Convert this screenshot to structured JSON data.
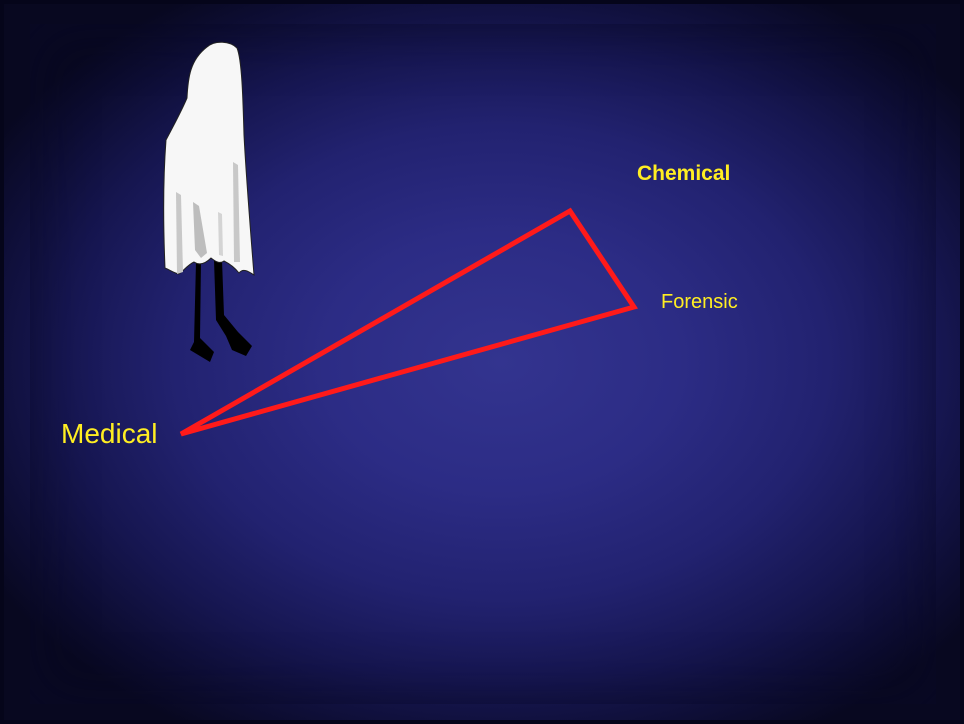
{
  "labels": {
    "medical": "Medical",
    "chemical": "Chemical",
    "forensic": "Forensic"
  },
  "colors": {
    "label_text": "#ffee22",
    "triangle_stroke": "#ff1a1a",
    "ghost_sheet": "#f7f7f7",
    "ghost_shadow": "#c8c8c8",
    "ghost_legs": "#000000"
  },
  "icons": {
    "ghost": "ghost-icon"
  }
}
